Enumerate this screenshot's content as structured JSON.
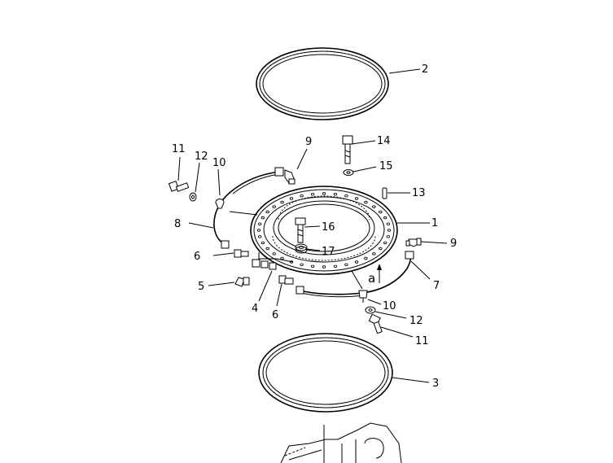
{
  "callouts": {
    "c1": "1",
    "c2": "2",
    "c3": "3",
    "c4": "4",
    "c5": "5",
    "c6a": "6",
    "c6b": "6",
    "c7": "7",
    "c8": "8",
    "c9a": "9",
    "c9b": "9",
    "c10a": "10",
    "c10b": "10",
    "c11a": "11",
    "c11b": "11",
    "c12a": "12",
    "c12b": "12",
    "c13": "13",
    "c14": "14",
    "c15": "15",
    "c16": "16",
    "c17": "17",
    "view_a": "a"
  }
}
